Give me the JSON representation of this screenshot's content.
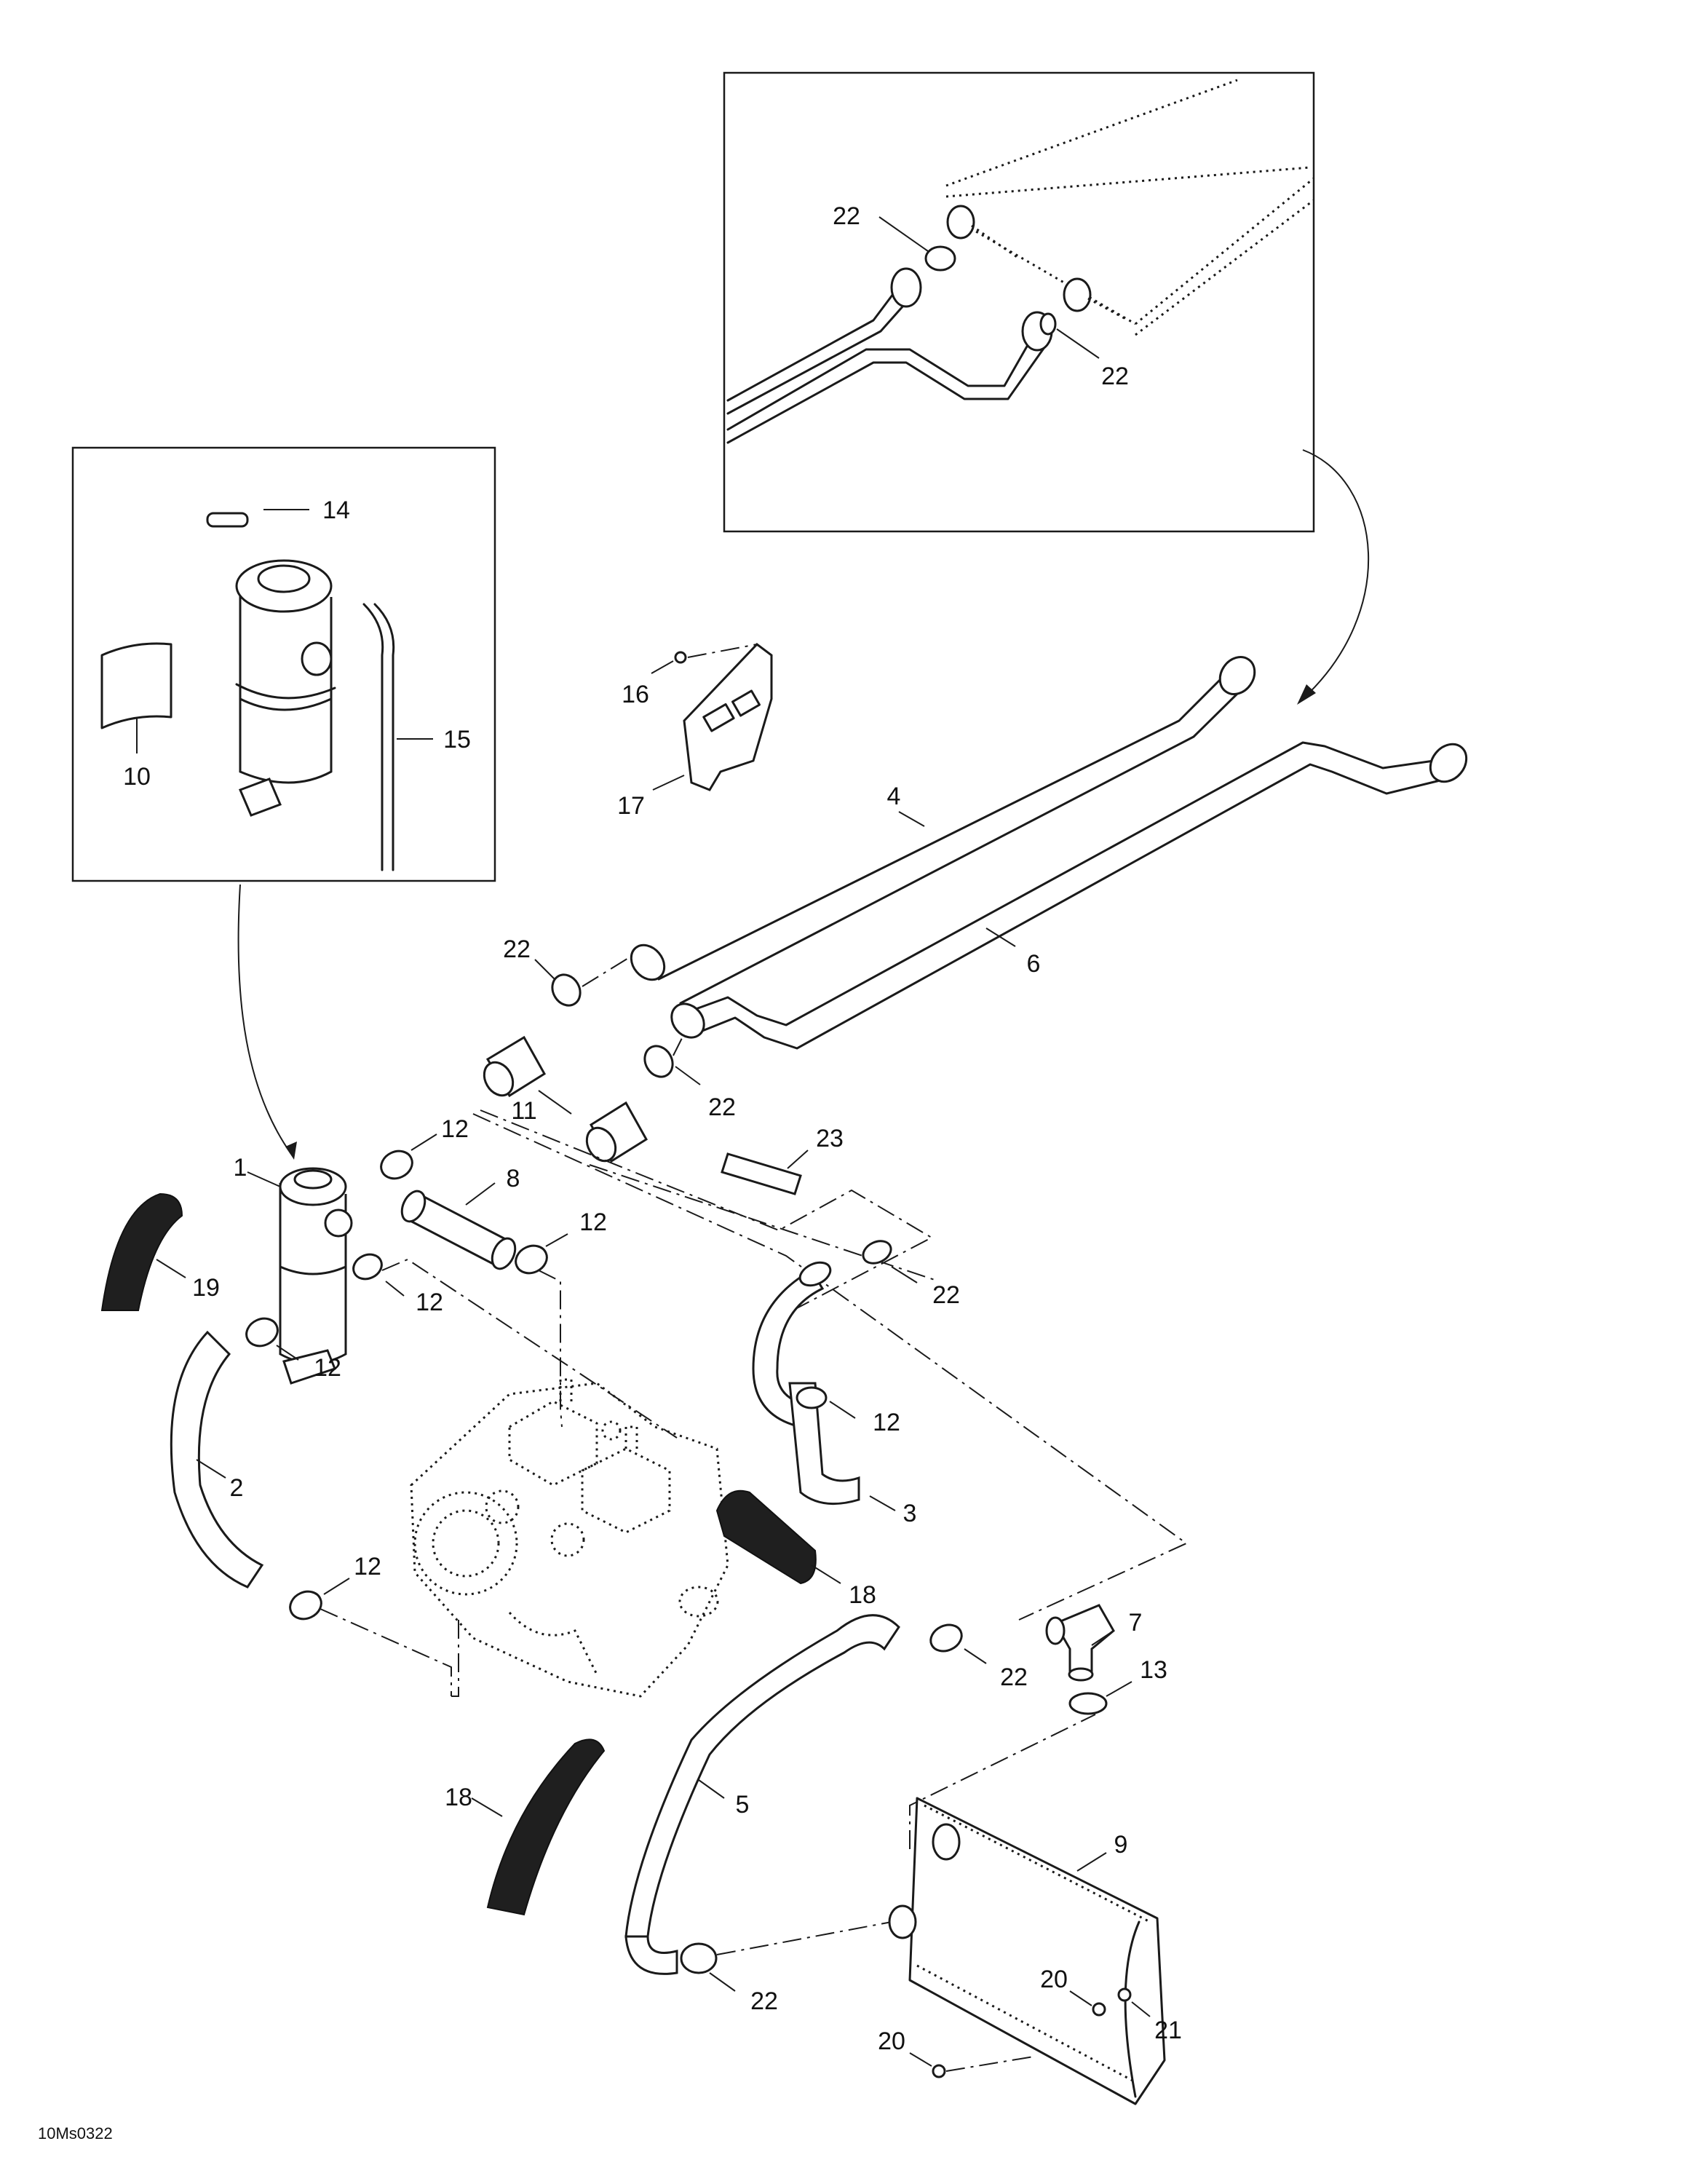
{
  "figure_ref": "10Ms0322",
  "callouts": [
    {
      "id": "c22a",
      "text": "22"
    },
    {
      "id": "c22b",
      "text": "22"
    },
    {
      "id": "c14",
      "text": "14"
    },
    {
      "id": "c15",
      "text": "15"
    },
    {
      "id": "c10",
      "text": "10"
    },
    {
      "id": "c16",
      "text": "16"
    },
    {
      "id": "c17",
      "text": "17"
    },
    {
      "id": "c4",
      "text": "4"
    },
    {
      "id": "c6",
      "text": "6"
    },
    {
      "id": "c22c",
      "text": "22"
    },
    {
      "id": "c11",
      "text": "11"
    },
    {
      "id": "c22d",
      "text": "22"
    },
    {
      "id": "c23",
      "text": "23"
    },
    {
      "id": "c12a",
      "text": "12"
    },
    {
      "id": "c1",
      "text": "1"
    },
    {
      "id": "c8",
      "text": "8"
    },
    {
      "id": "c12b",
      "text": "12"
    },
    {
      "id": "c19",
      "text": "19"
    },
    {
      "id": "c12c",
      "text": "12"
    },
    {
      "id": "c22e",
      "text": "22"
    },
    {
      "id": "c12d",
      "text": "12"
    },
    {
      "id": "c12e",
      "text": "12"
    },
    {
      "id": "c2",
      "text": "2"
    },
    {
      "id": "c3",
      "text": "3"
    },
    {
      "id": "c18a",
      "text": "18"
    },
    {
      "id": "c12f",
      "text": "12"
    },
    {
      "id": "c7",
      "text": "7"
    },
    {
      "id": "c22f",
      "text": "22"
    },
    {
      "id": "c13",
      "text": "13"
    },
    {
      "id": "c18b",
      "text": "18"
    },
    {
      "id": "c5",
      "text": "5"
    },
    {
      "id": "c9",
      "text": "9"
    },
    {
      "id": "c20a",
      "text": "20"
    },
    {
      "id": "c21",
      "text": "21"
    },
    {
      "id": "c22g",
      "text": "22"
    },
    {
      "id": "c20b",
      "text": "20"
    }
  ]
}
